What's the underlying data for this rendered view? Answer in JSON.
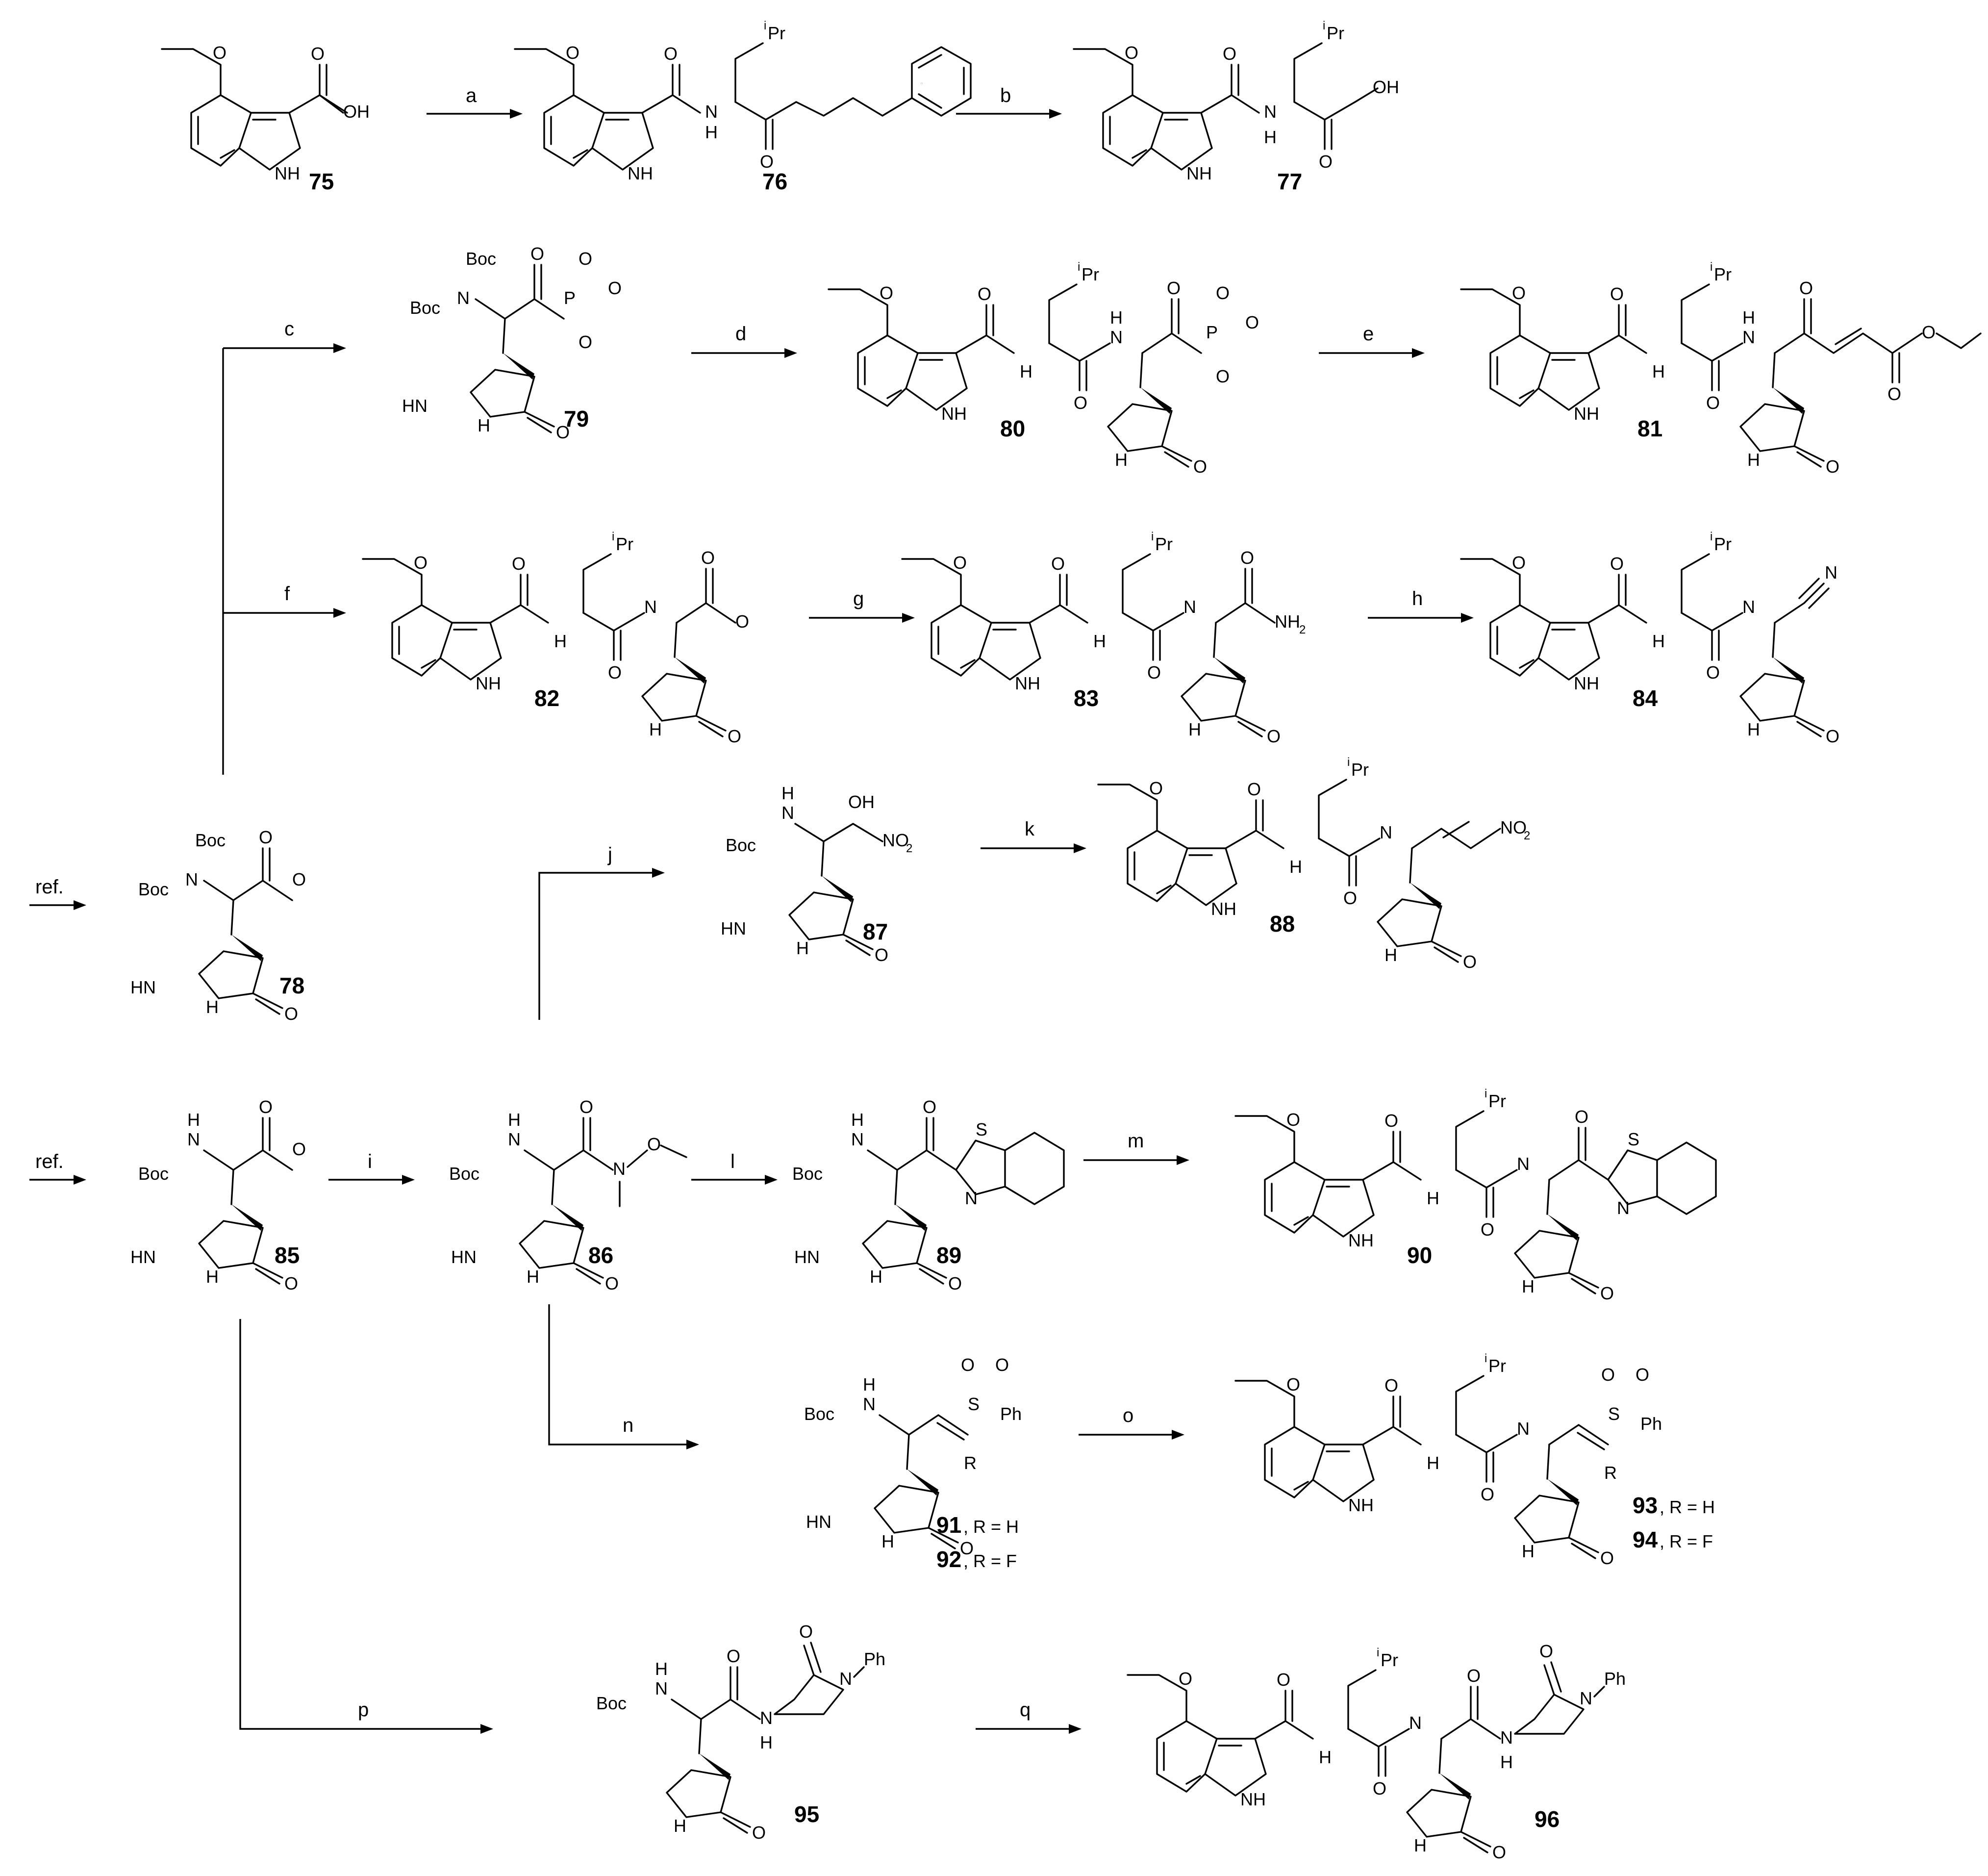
{
  "scheme": {
    "compounds": {
      "c75": "75",
      "c76": "76",
      "c77": "77",
      "c78": "78",
      "c79": "79",
      "c80": "80",
      "c81": "81",
      "c82": "82",
      "c83": "83",
      "c84": "84",
      "c85": "85",
      "c86": "86",
      "c87": "87",
      "c88": "88",
      "c89": "89",
      "c90": "90",
      "c91": "91",
      "c92": "92",
      "c93": "93",
      "c94": "94",
      "c95": "95",
      "c96": "96"
    },
    "r_notes": {
      "r91": ", R = H",
      "r92": ", R = F",
      "r93": ", R = H",
      "r94": ", R = F"
    },
    "steps": {
      "a": "a",
      "b": "b",
      "c": "c",
      "d": "d",
      "e": "e",
      "f": "f",
      "g": "g",
      "h": "h",
      "i": "i",
      "j": "j",
      "k": "k",
      "l": "l",
      "m": "m",
      "n": "n",
      "o": "o",
      "p": "p",
      "q": "q",
      "ref1": "ref.",
      "ref2": "ref."
    },
    "atoms": {
      "O": "O",
      "OH": "OH",
      "NH": "NH",
      "N": "N",
      "H": "H",
      "HN": "HN",
      "Boc": "Boc",
      "Pr": "Pr",
      "i": "i",
      "P": "P",
      "S": "S",
      "NH2": "NH",
      "two": "2",
      "NO2": "NO",
      "R": "R",
      "Ph": "Ph"
    }
  }
}
